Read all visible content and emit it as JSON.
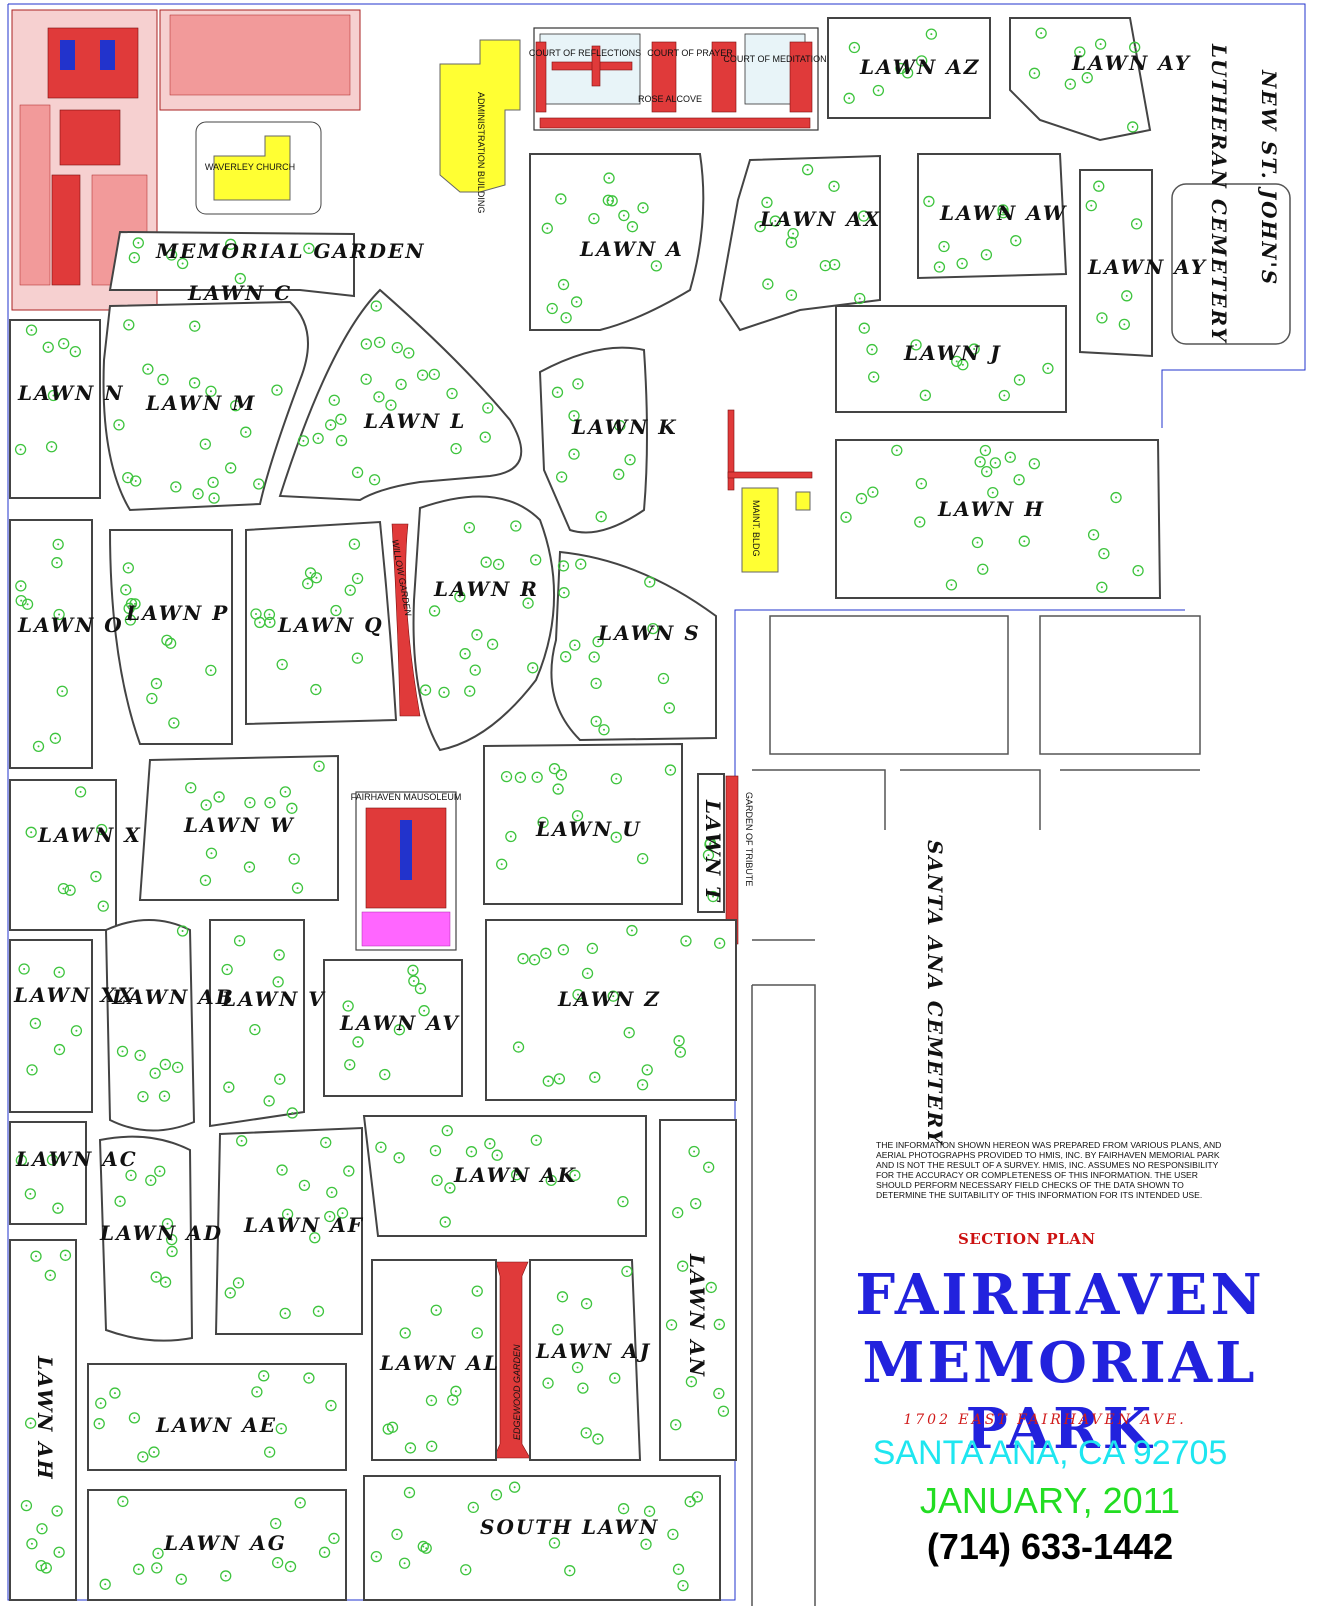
{
  "colors": {
    "lawn_outline": "#444444",
    "tree": "#3ec43e",
    "crypt": "#e03a3a",
    "building": "#ffff33",
    "title": "#2222dd",
    "address": "#d01a1a",
    "city": "#1ee6f0",
    "date": "#22dd22",
    "section_plan": "#cc1111"
  },
  "lawns": {
    "az": "LAWN AZ",
    "ay_top": "LAWN AY",
    "ay_mid": "LAWN AY",
    "a": "LAWN A",
    "ax": "LAWN AX",
    "aw": "LAWN AW",
    "c": "LAWN C",
    "memorial_garden": "MEMORIAL GARDEN",
    "n": "LAWN N",
    "m": "LAWN M",
    "l": "LAWN L",
    "k": "LAWN K",
    "j": "LAWN J",
    "h": "LAWN H",
    "o": "LAWN O",
    "p": "LAWN P",
    "q": "LAWN Q",
    "r": "LAWN R",
    "s": "LAWN S",
    "x": "LAWN X",
    "w": "LAWN W",
    "u": "LAWN U",
    "t": "LAWN T",
    "xx": "LAWN XX",
    "ab": "LAWN AB",
    "v": "LAWN V",
    "av": "LAWN AV",
    "z": "LAWN Z",
    "ac": "LAWN AC",
    "ad": "LAWN AD",
    "af": "LAWN AF",
    "ak": "LAWN AK",
    "al": "LAWN AL",
    "aj": "LAWN AJ",
    "an": "LAWN AN",
    "ah": "LAWN AH",
    "ae": "LAWN AE",
    "ag": "LAWN AG",
    "south": "SOUTH LAWN"
  },
  "places": {
    "administration": "ADMINISTRATION BUILDING",
    "church": "WAVERLEY CHURCH",
    "court_reflections": "COURT OF REFLECTIONS",
    "court_prayer": "COURT OF PRAYER",
    "court_meditation": "COURT OF MEDITATION",
    "rose_alcove": "ROSE ALCOVE",
    "maint_bldg": "MAINT. BLDG",
    "willow_garden": "WILLOW GARDEN",
    "edgewood_garden": "EDGEWOOD GARDEN",
    "garden_of_tribute": "GARDEN OF TRIBUTE",
    "fairhaven_mausoleum": "FAIRHAVEN MAUSOLEUM",
    "lutheran_cemetery": "LUTHERAN CEMETERY",
    "new_st_johns": "NEW ST. JOHN'S",
    "santa_ana_cemetery": "SANTA ANA CEMETERY"
  },
  "title_block": {
    "disclaimer": "THE INFORMATION SHOWN HEREON WAS PREPARED FROM VARIOUS PLANS, AND AERIAL PHOTOGRAPHS PROVIDED TO HMIS, INC. BY FAIRHAVEN MEMORIAL PARK AND IS NOT THE RESULT OF A SURVEY. HMIS, INC. ASSUMES NO RESPONSIBILITY FOR THE ACCURACY OR COMPLETENESS OF THIS INFORMATION. THE USER SHOULD PERFORM NECESSARY FIELD CHECKS OF THE DATA SHOWN TO DETERMINE THE SUITABILITY OF THIS INFORMATION FOR ITS INTENDED USE.",
    "section_plan": "SECTION PLAN",
    "name_line1": "FAIRHAVEN",
    "name_line2": "MEMORIAL PARK",
    "address": "1702 EAST FAIRHAVEN AVE.",
    "city": "SANTA ANA, CA 92705",
    "date": "JANUARY, 2011",
    "phone": "(714) 633-1442"
  }
}
